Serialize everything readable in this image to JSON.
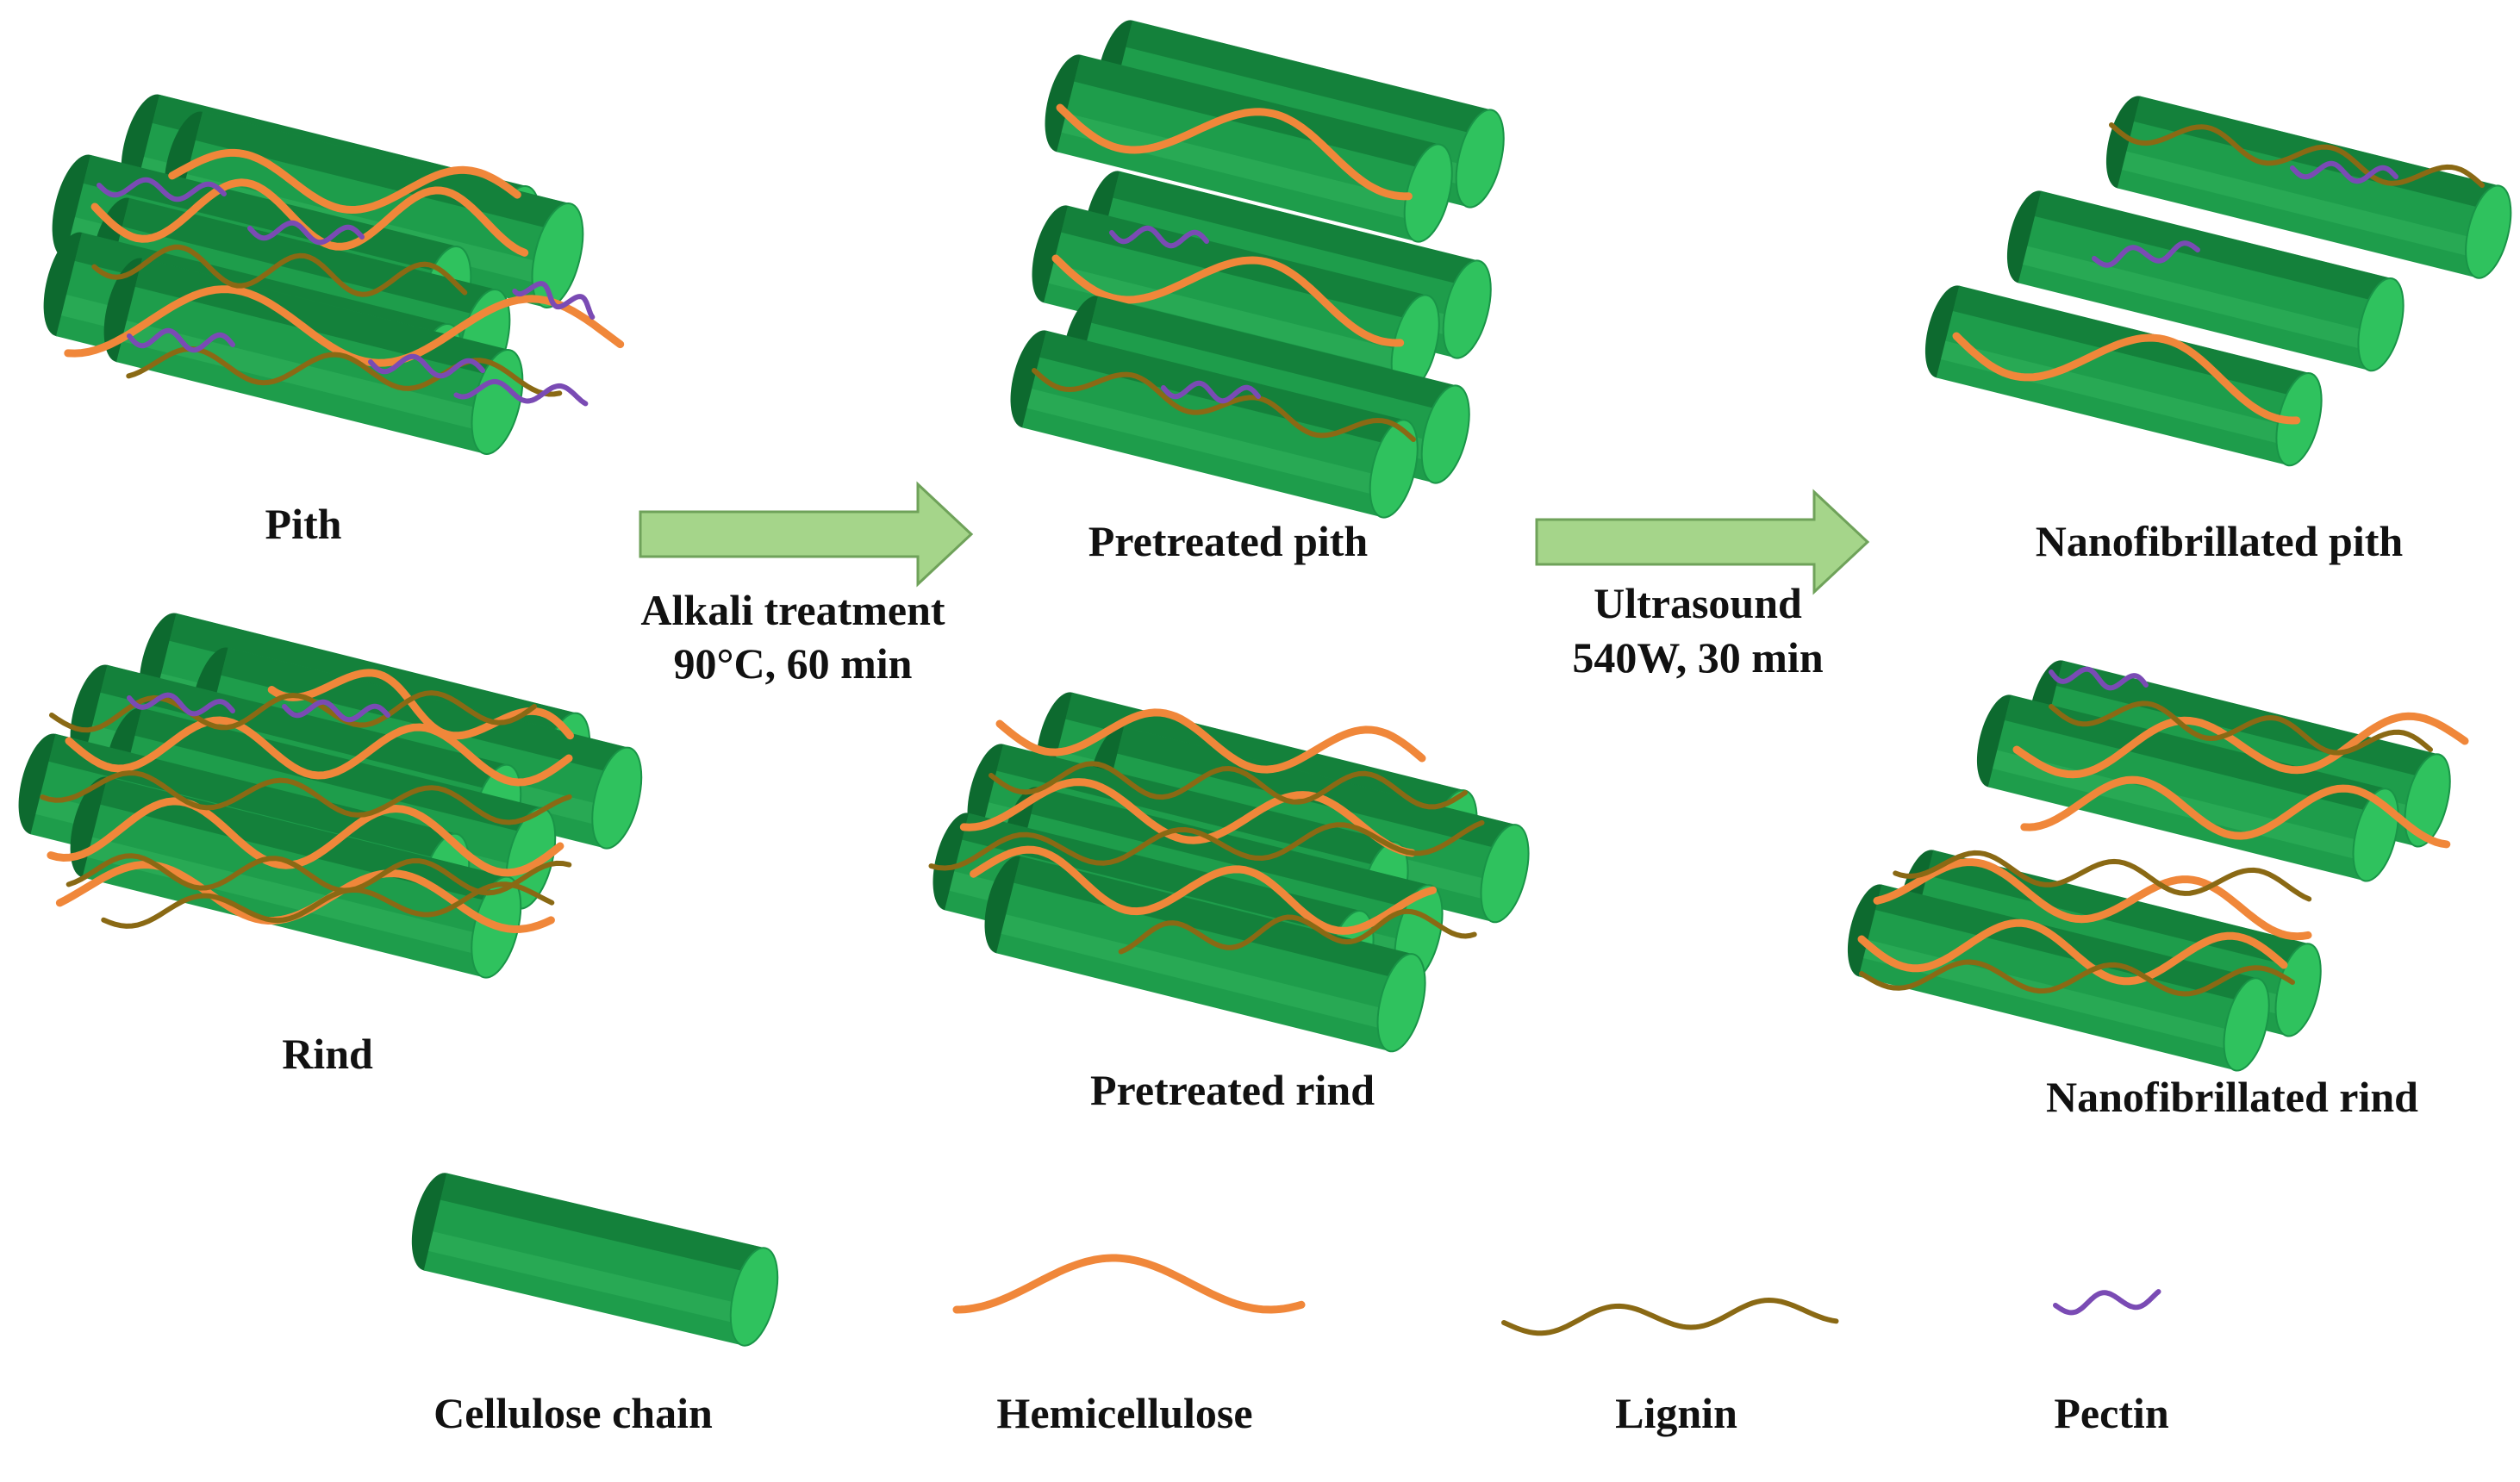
{
  "colors": {
    "cellulose_side": "#1e9d4b",
    "cellulose_dark": "#0d6a2f",
    "cellulose_cap": "#2fc25e",
    "hemicellulose": "#f0873a",
    "lignin": "#8a6914",
    "pectin": "#7a4bb4",
    "arrow_fill": "#a5d58a",
    "arrow_stroke": "#6fa25a"
  },
  "labels": {
    "pith": "Pith",
    "rind": "Rind",
    "pretreated_pith": "Pretreated pith",
    "pretreated_rind": "Pretreated rind",
    "nanofibrillated_pith": "Nanofibrillated pith",
    "nanofibrillated_rind": "Nanofibrillated rind"
  },
  "process": {
    "step1_line1": "Alkali treatment",
    "step1_line2": "90°C, 60 min",
    "step2_line1": "Ultrasound",
    "step2_line2": "540W, 30 min"
  },
  "legend": {
    "cellulose": "Cellulose chain",
    "hemicellulose": "Hemicellulose",
    "lignin": "Lignin",
    "pectin": "Pectin"
  }
}
